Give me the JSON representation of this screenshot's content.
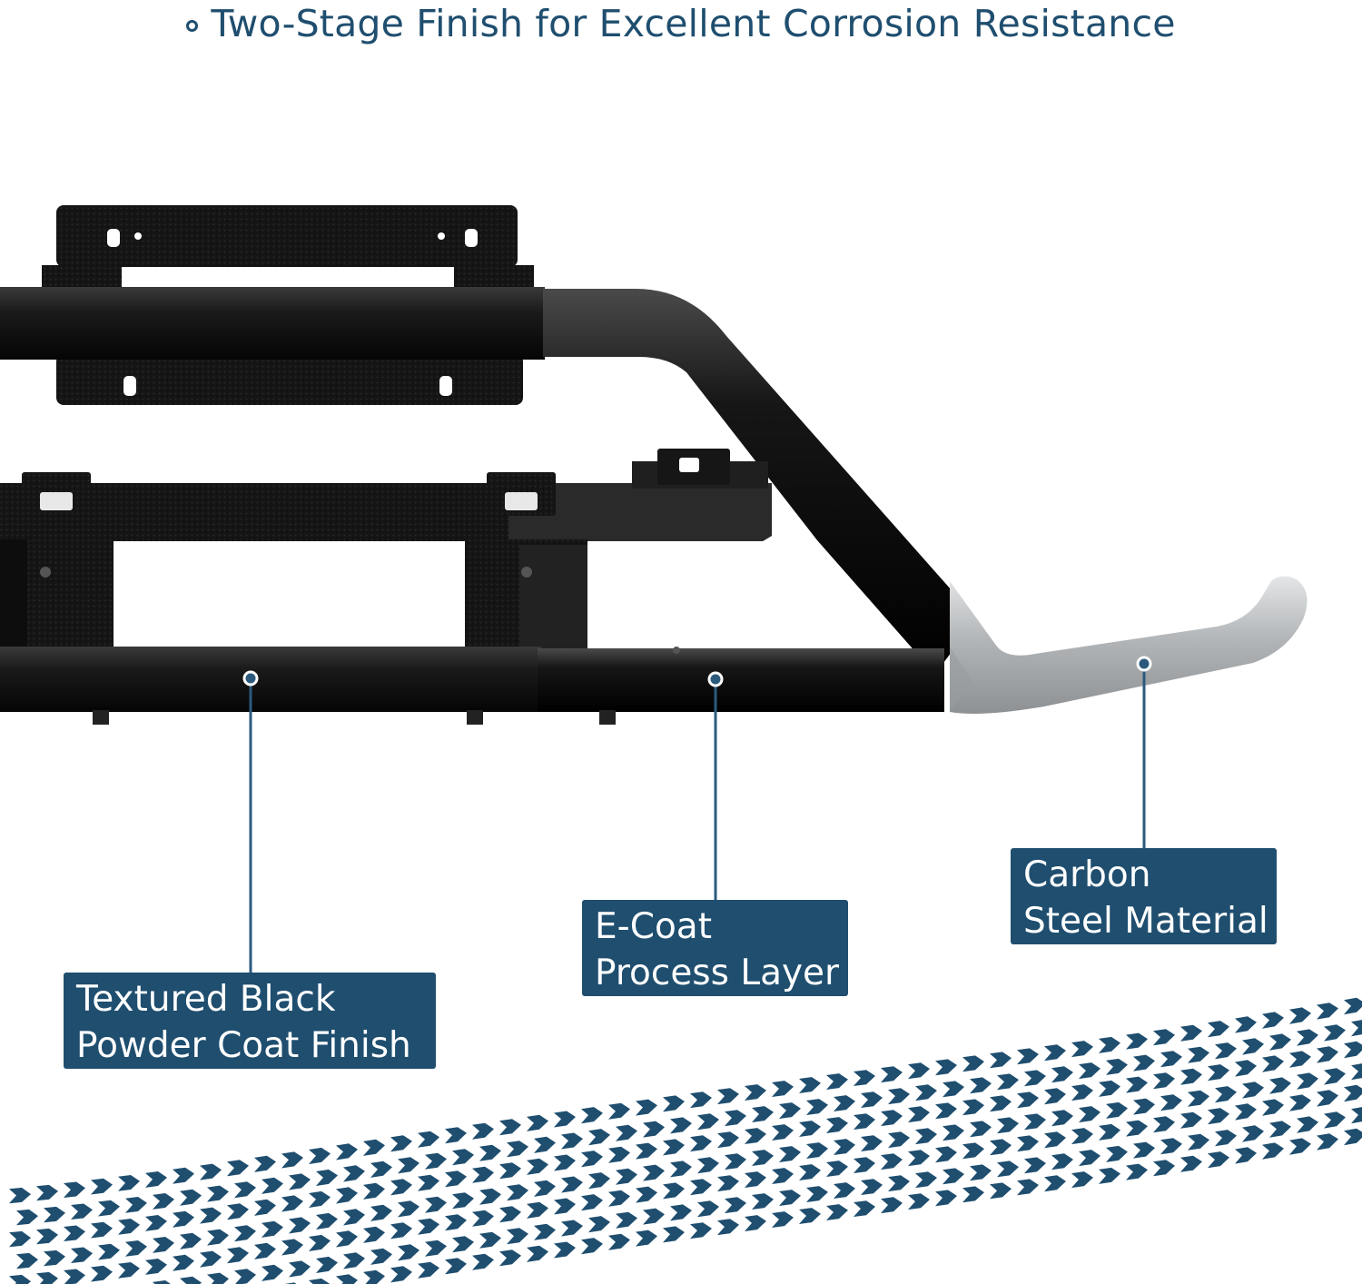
{
  "headline": {
    "text": "Two-Stage Finish for Excellent Corrosion Resistance",
    "bullet_icon": "hollow-circle-icon"
  },
  "callouts": [
    {
      "id": "powder-coat",
      "lines": [
        "Textured Black",
        "Powder Coat Finish"
      ]
    },
    {
      "id": "e-coat",
      "lines": [
        "E-Coat",
        "Process Layer"
      ]
    },
    {
      "id": "carbon-steel",
      "lines": [
        "Carbon",
        "Steel Material"
      ]
    }
  ],
  "colors": {
    "accent": "#1f4e6f",
    "pointer_line": "#2c5a7d",
    "coating_black": "#141414",
    "steel_silver": "#b8bbbd",
    "background": "#ffffff"
  },
  "decorations": {
    "product": "running-board-step-bar-cutaway",
    "background_pattern": "tire-track"
  }
}
